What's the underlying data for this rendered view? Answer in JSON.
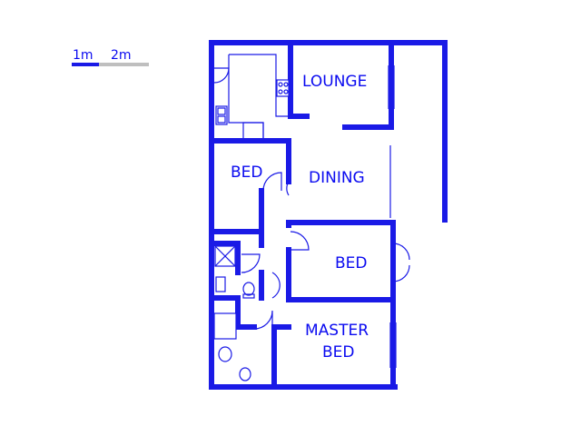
{
  "scale_bar": {
    "label_1m": "1m",
    "label_2m": "2m",
    "colors": {
      "primary": "#1a1ae6",
      "secondary": "#bfbfbf"
    }
  },
  "rooms": {
    "lounge": "LOUNGE",
    "dining": "DINING",
    "bed_1": "BED",
    "bed_2": "BED",
    "master_bed_line1": "MASTER",
    "master_bed_line2": "BED"
  },
  "colors": {
    "wall": "#1a1ae6",
    "text": "#0a0af0",
    "background": "#ffffff"
  }
}
